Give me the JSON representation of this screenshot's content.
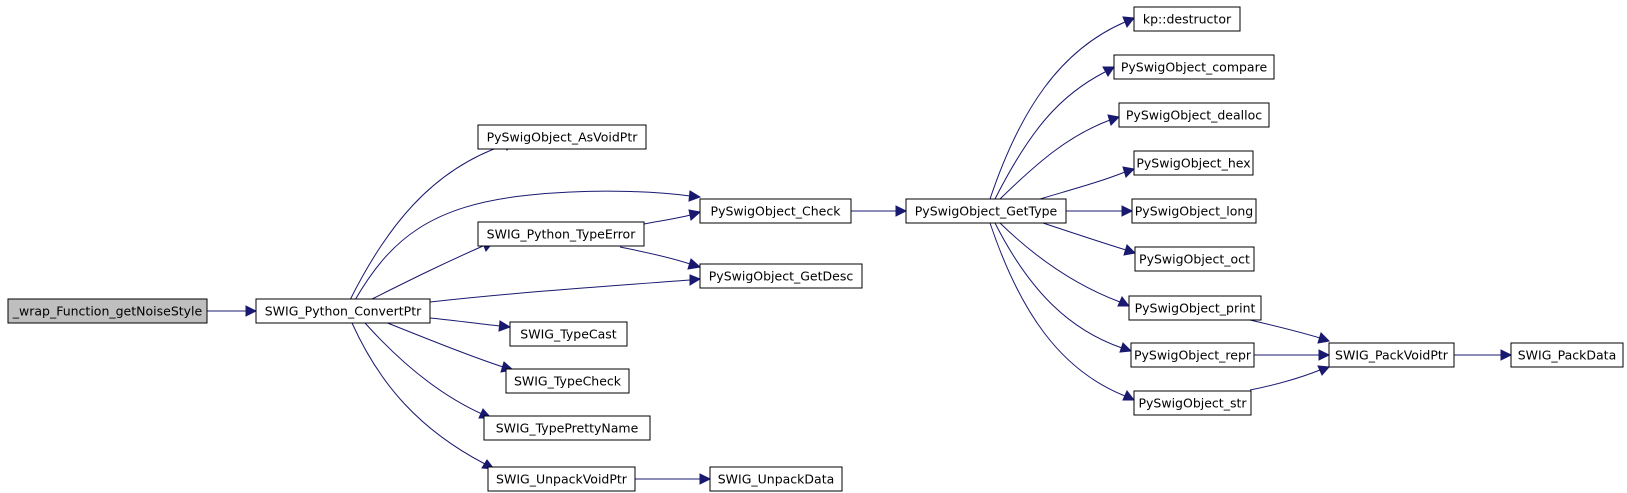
{
  "colors": {
    "edge": "#191970",
    "root_fill": "#bfbfbf",
    "node_fill": "#ffffff",
    "border": "#000000"
  },
  "nodes": {
    "wrap": "_wrap_Function_getNoiseStyle",
    "convert": "SWIG_Python_ConvertPtr",
    "asvoidptr": "PySwigObject_AsVoidPtr",
    "check": "PySwigObject_Check",
    "typeerror": "SWIG_Python_TypeError",
    "getdesc": "PySwigObject_GetDesc",
    "typecast": "SWIG_TypeCast",
    "typecheck": "SWIG_TypeCheck",
    "prettyname": "SWIG_TypePrettyName",
    "unpackvoid": "SWIG_UnpackVoidPtr",
    "unpackdata": "SWIG_UnpackData",
    "gettype": "PySwigObject_GetType",
    "destructor": "kp::destructor",
    "compare": "PySwigObject_compare",
    "dealloc": "PySwigObject_dealloc",
    "hex": "PySwigObject_hex",
    "long": "PySwigObject_long",
    "oct": "PySwigObject_oct",
    "print": "PySwigObject_print",
    "repr": "PySwigObject_repr",
    "str": "PySwigObject_str",
    "packvoid": "SWIG_PackVoidPtr",
    "packdata": "SWIG_PackData"
  },
  "edges": [
    [
      "wrap",
      "convert"
    ],
    [
      "convert",
      "asvoidptr"
    ],
    [
      "convert",
      "check"
    ],
    [
      "convert",
      "typeerror"
    ],
    [
      "convert",
      "getdesc"
    ],
    [
      "convert",
      "typecast"
    ],
    [
      "convert",
      "typecheck"
    ],
    [
      "convert",
      "prettyname"
    ],
    [
      "convert",
      "unpackvoid"
    ],
    [
      "typeerror",
      "check"
    ],
    [
      "typeerror",
      "getdesc"
    ],
    [
      "unpackvoid",
      "unpackdata"
    ],
    [
      "check",
      "gettype"
    ],
    [
      "gettype",
      "destructor"
    ],
    [
      "gettype",
      "compare"
    ],
    [
      "gettype",
      "dealloc"
    ],
    [
      "gettype",
      "hex"
    ],
    [
      "gettype",
      "long"
    ],
    [
      "gettype",
      "oct"
    ],
    [
      "gettype",
      "print"
    ],
    [
      "gettype",
      "repr"
    ],
    [
      "gettype",
      "str"
    ],
    [
      "print",
      "packvoid"
    ],
    [
      "repr",
      "packvoid"
    ],
    [
      "str",
      "packvoid"
    ],
    [
      "packvoid",
      "packdata"
    ]
  ]
}
